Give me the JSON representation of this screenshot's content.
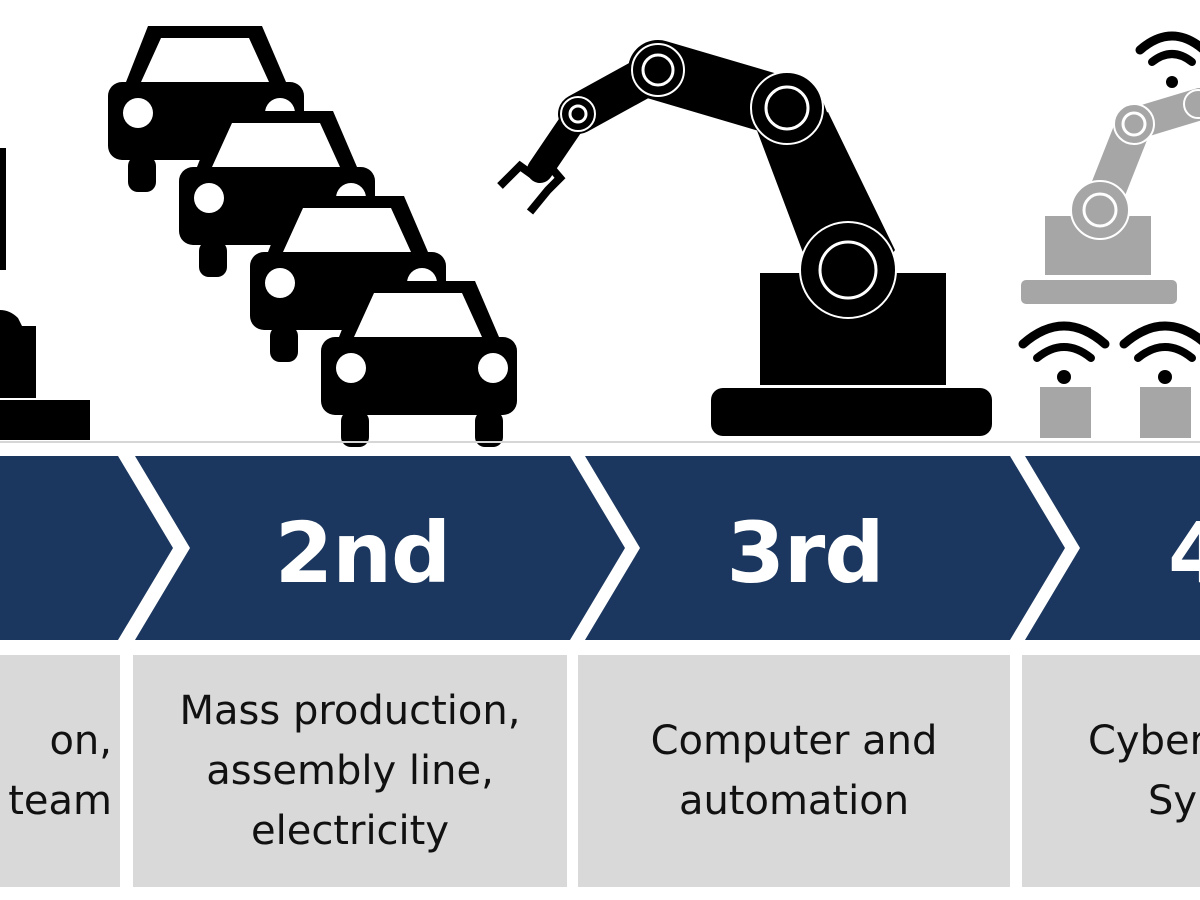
{
  "title": "Industrial revolutions timeline",
  "colors": {
    "banner": "#1b375f",
    "box": "#d9d9d9",
    "icon_dark": "#000000",
    "icon_light": "#a6a6a6",
    "text": "#111111"
  },
  "stages": [
    {
      "label": "",
      "icon": "steam-machine-icon",
      "description": [
        "on,",
        "team"
      ]
    },
    {
      "label": "2nd",
      "icon": "cars-icon",
      "description": [
        "Mass production,",
        "assembly line,",
        "electricity"
      ]
    },
    {
      "label": "3rd",
      "icon": "robot-arm-icon",
      "description": [
        "Computer and",
        "automation"
      ]
    },
    {
      "label": "4",
      "icon": "connected-robot-arm-icon",
      "description": [
        "Cyber",
        "Sy"
      ]
    }
  ]
}
